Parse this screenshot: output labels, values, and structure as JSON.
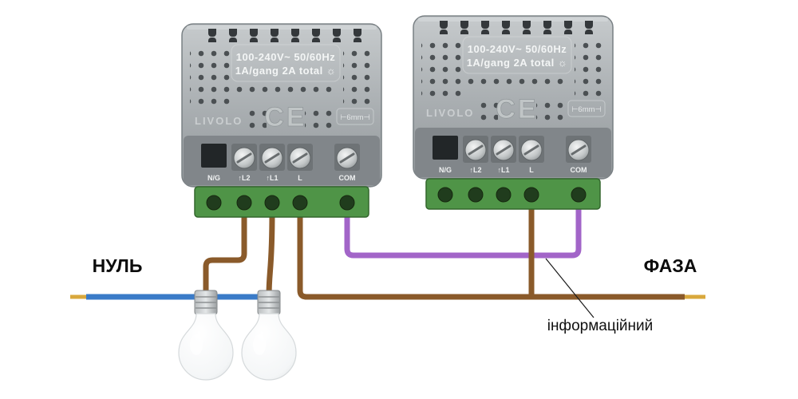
{
  "diagram": {
    "neutral_label": "НУЛЬ",
    "phase_label": "ФАЗА",
    "signal_wire_label": "інформаційний"
  },
  "module": {
    "brand": "LIVOLO",
    "rating_line1": "100-240V~ 50/60Hz",
    "rating_line2": "1A/gang 2A total ☼",
    "ce_mark": "CE",
    "gauge_label": "⊢6mm⊣",
    "terminals": [
      "N/G",
      "↑L2",
      "↑L1",
      "L",
      "COM"
    ]
  },
  "colors": {
    "neutral_wire": "#3a7bc8",
    "phase_wire": "#8a5a2a",
    "signal_wire": "#a265c8",
    "wire_tip": "#d9a83c",
    "terminal_block_green": "#4f9447"
  }
}
